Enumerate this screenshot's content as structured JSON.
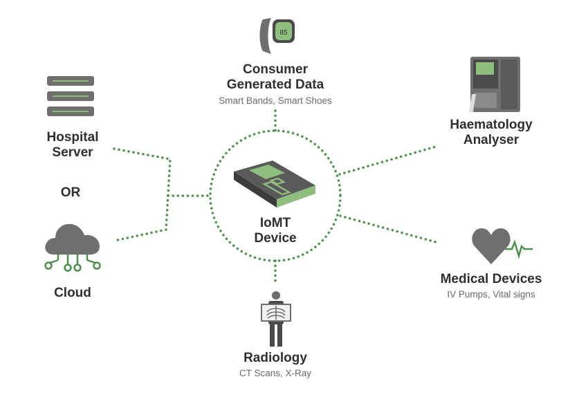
{
  "center": {
    "line1": "IoMT",
    "line2": "Device"
  },
  "nodes": {
    "consumer": {
      "title_line1": "Consumer",
      "title_line2": "Generated Data",
      "subtitle": "Smart Bands, Smart Shoes",
      "watch_reading": "85"
    },
    "hospital_server": {
      "title_line1": "Hospital",
      "title_line2": "Server"
    },
    "or_label": "OR",
    "cloud": {
      "title": "Cloud"
    },
    "haematology": {
      "title_line1": "Haematology",
      "title_line2": "Analyser"
    },
    "medical_devices": {
      "title": "Medical Devices",
      "subtitle": "IV Pumps, Vital signs"
    },
    "radiology": {
      "title": "Radiology",
      "subtitle": "CT Scans, X-Ray"
    }
  },
  "colors": {
    "accent_green": "#4e8f4e",
    "light_green": "#8fbf7f",
    "icon_gray": "#6f6f6f",
    "dark_gray": "#4a4a4a"
  }
}
